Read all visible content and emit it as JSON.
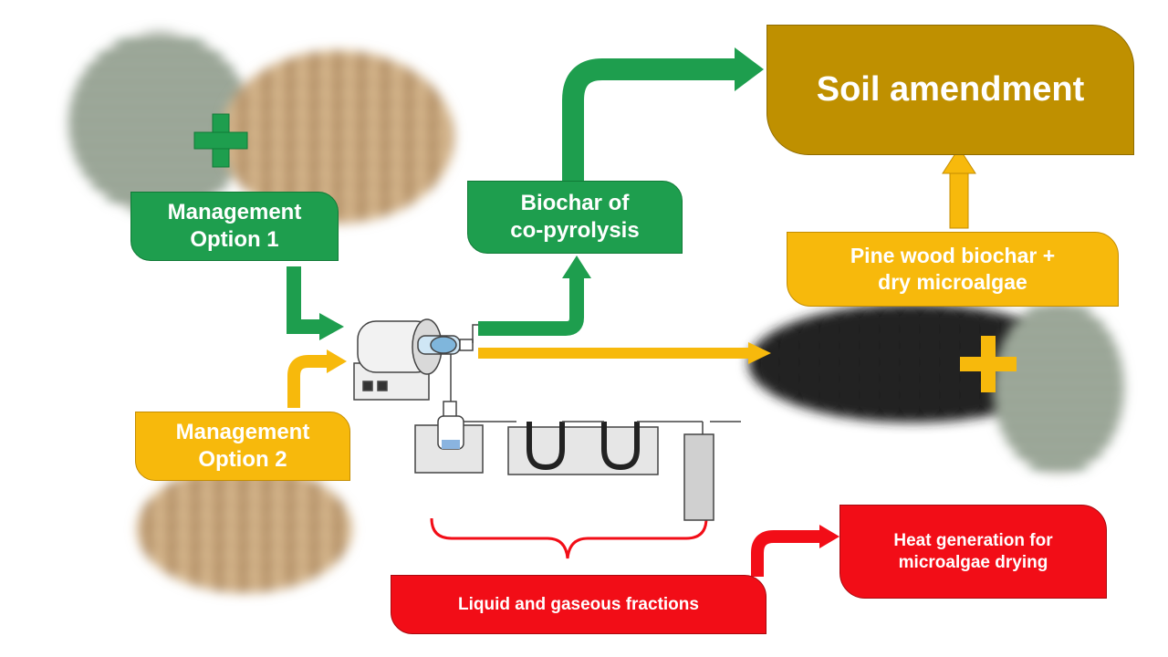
{
  "labels": {
    "soil_amendment": "Soil amendment",
    "management_option_1": "Management\nOption 1",
    "management_option_2": "Management\nOption 2",
    "biochar_copyrolysis": "Biochar of\nco-pyrolysis",
    "pine_wood_biochar": "Pine wood biochar +\ndry microalgae",
    "heat_generation": "Heat generation for\nmicroalgae drying",
    "liquid_gaseous": "Liquid and gaseous fractions"
  },
  "icons": {
    "plus_option_1": "plus-icon",
    "plus_option_2": "plus-icon"
  },
  "colors": {
    "green": "#1e9e4e",
    "yellow": "#f7b90c",
    "red": "#f20d17",
    "soil": "#bf9000",
    "wood_chips": "#b58b5a",
    "tubes": "#2f5a3a",
    "biochar": "#1a1a1a"
  }
}
